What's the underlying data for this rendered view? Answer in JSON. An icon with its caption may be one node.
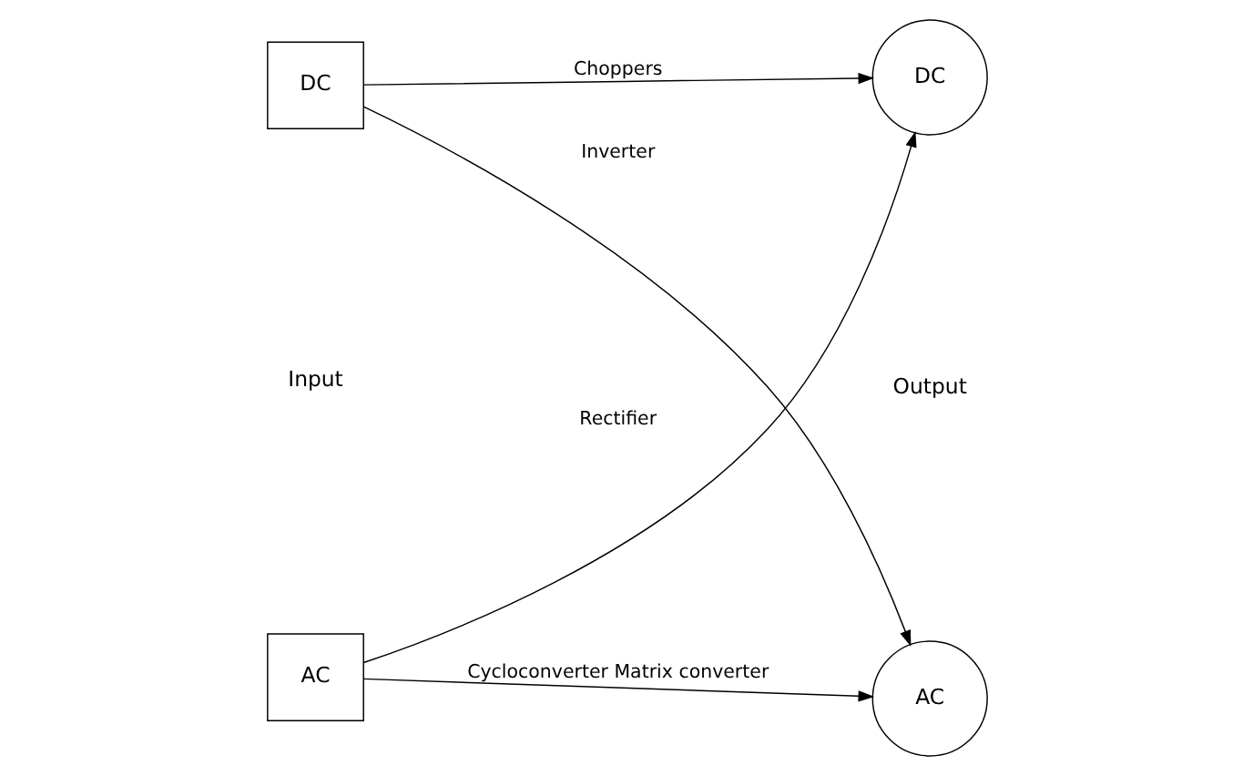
{
  "diagram": {
    "nodes": [
      {
        "text": [
          "DC"
        ]
      },
      {
        "text": [
          "DC"
        ]
      },
      {
        "text": [
          "AC"
        ]
      },
      {
        "text": [
          "AC"
        ]
      }
    ],
    "edges": [
      {
        "from": 0,
        "to": 1,
        "arrow": "to",
        "label": "Choppers"
      },
      {
        "from": 0,
        "to": 3,
        "arrow": "to",
        "label": "Inverter"
      },
      {
        "from": 2,
        "to": 1,
        "arrow": "to",
        "label": "Rectifier"
      },
      {
        "from": 2,
        "to": 3,
        "arrow": "to",
        "label": "Cycloconverter Matrix converter"
      }
    ],
    "labels": [
      "Input",
      "Output"
    ]
  }
}
